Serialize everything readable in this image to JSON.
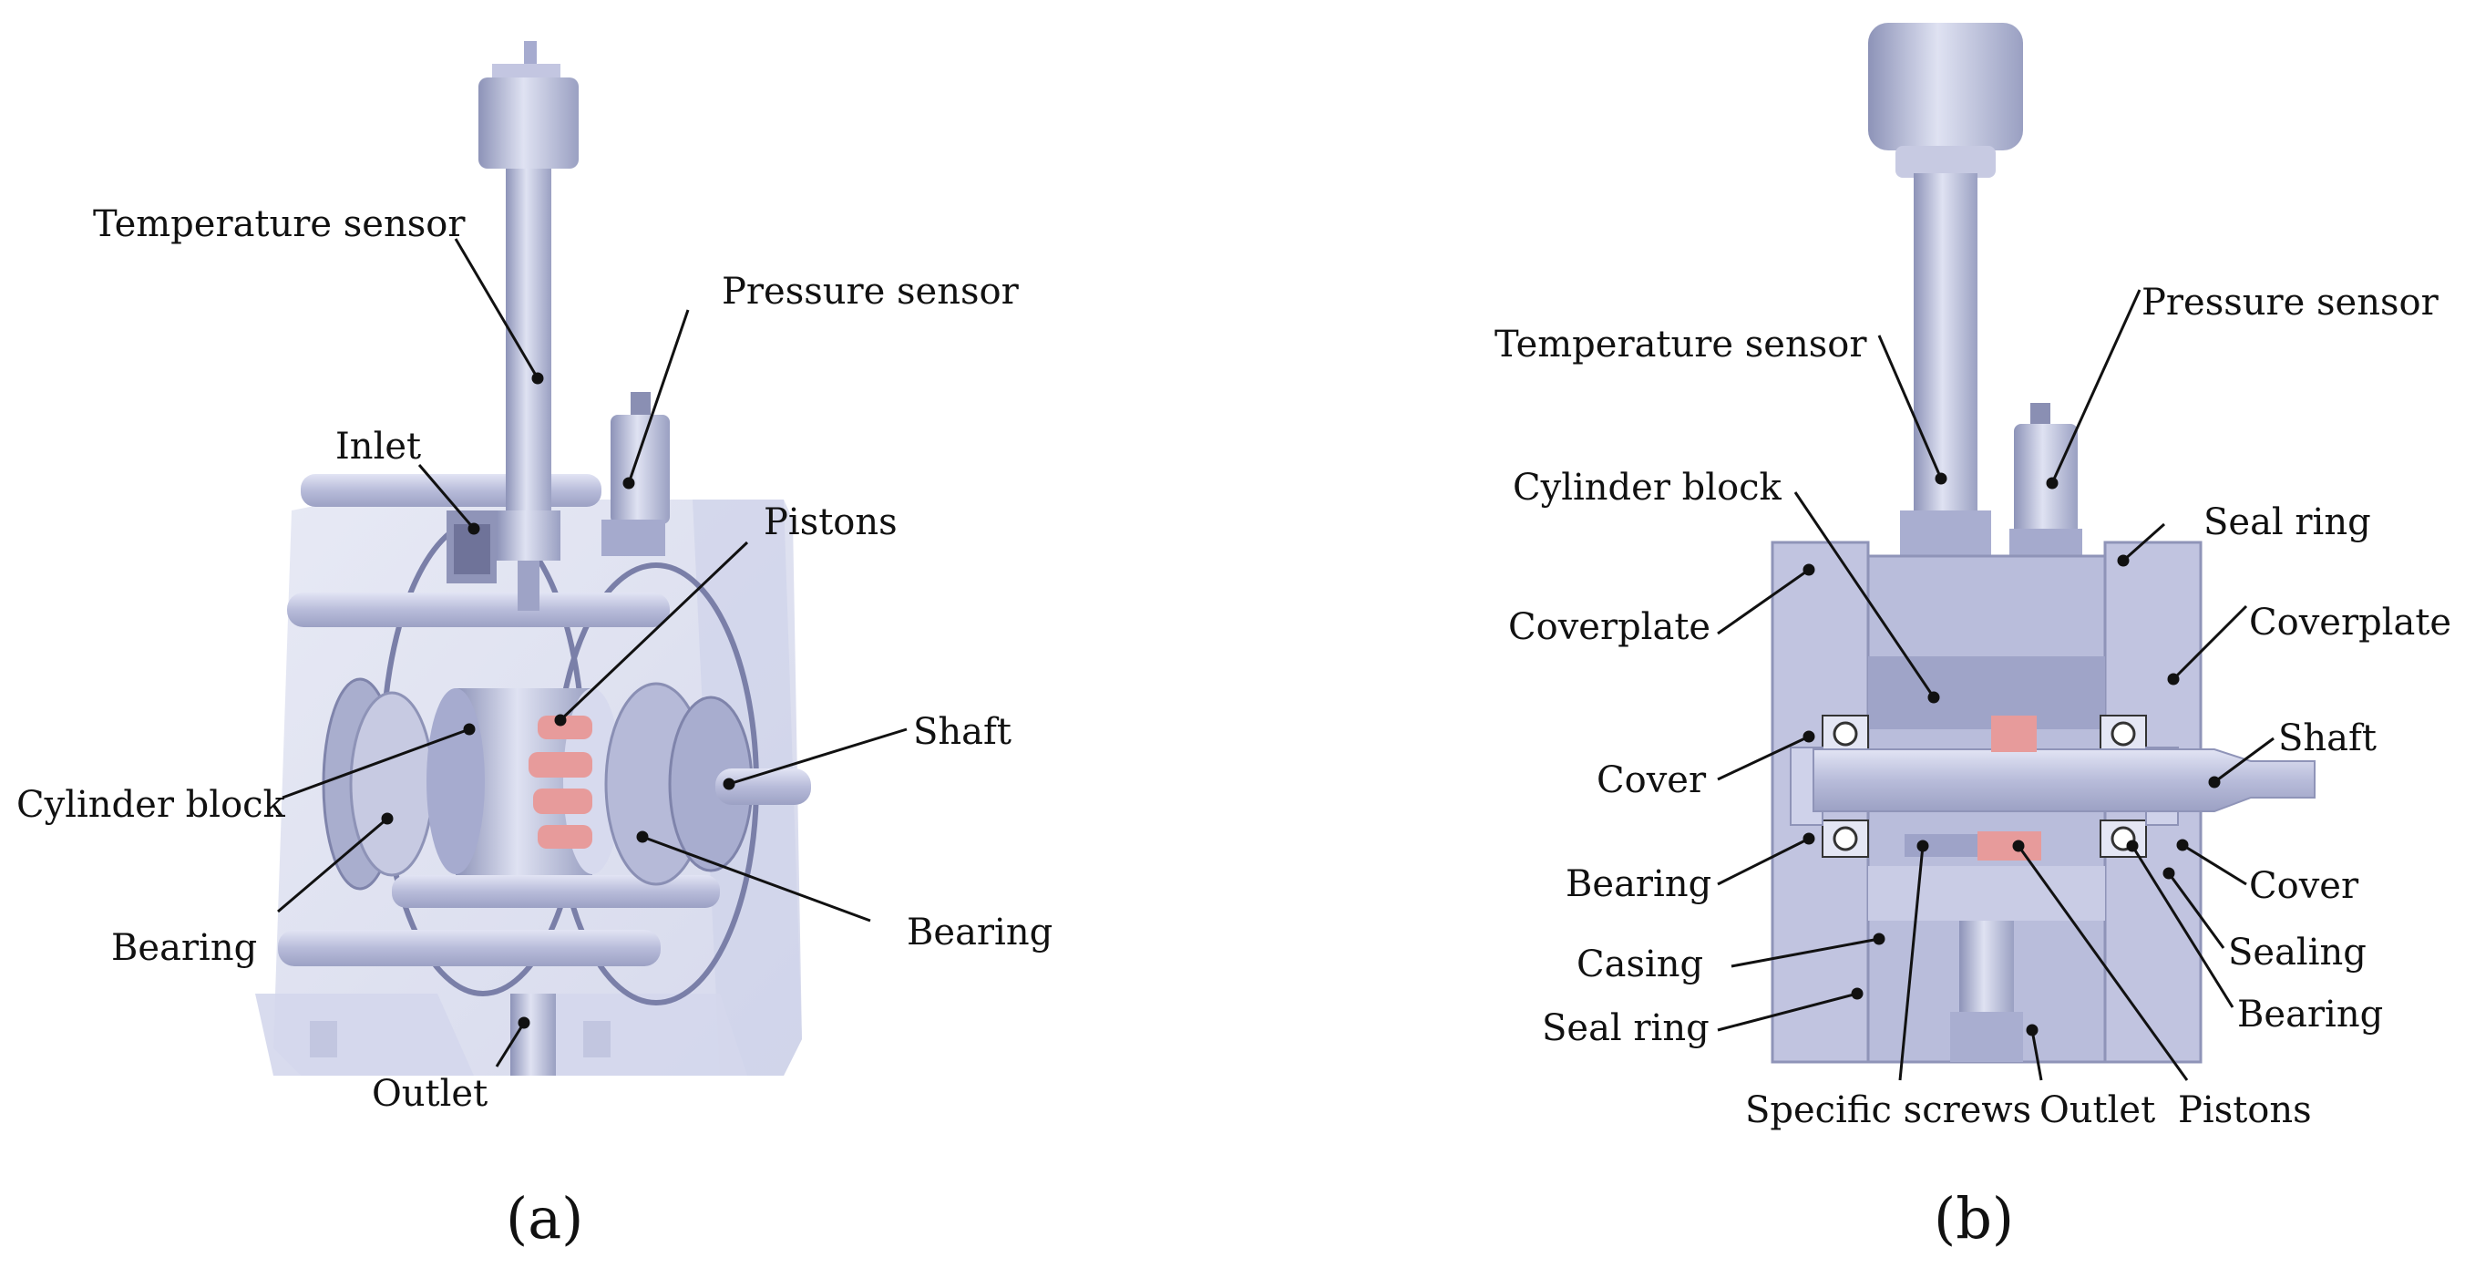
{
  "figure": {
    "panel_a": {
      "caption": "(a)",
      "labels": {
        "temperature_sensor": "Temperature sensor",
        "pressure_sensor": "Pressure sensor",
        "inlet": "Inlet",
        "pistons": "Pistons",
        "shaft": "Shaft",
        "cylinder_block": "Cylinder block",
        "bearing_left": "Bearing",
        "bearing_right": "Bearing",
        "outlet": "Outlet"
      }
    },
    "panel_b": {
      "caption": "(b)",
      "labels": {
        "temperature_sensor": "Temperature sensor",
        "pressure_sensor": "Pressure sensor",
        "cylinder_block": "Cylinder block",
        "seal_ring_top": "Seal ring",
        "coverplate_left": "Coverplate",
        "coverplate_right": "Coverplate",
        "shaft": "Shaft",
        "cover_left": "Cover",
        "bearing_left": "Bearing",
        "cover_right": "Cover",
        "sealing": "Sealing",
        "casing": "Casing",
        "bearing_right": "Bearing",
        "seal_ring_bottom": "Seal ring",
        "specific_screws": "Specific screws",
        "outlet": "Outlet",
        "pistons": "Pistons"
      }
    }
  }
}
